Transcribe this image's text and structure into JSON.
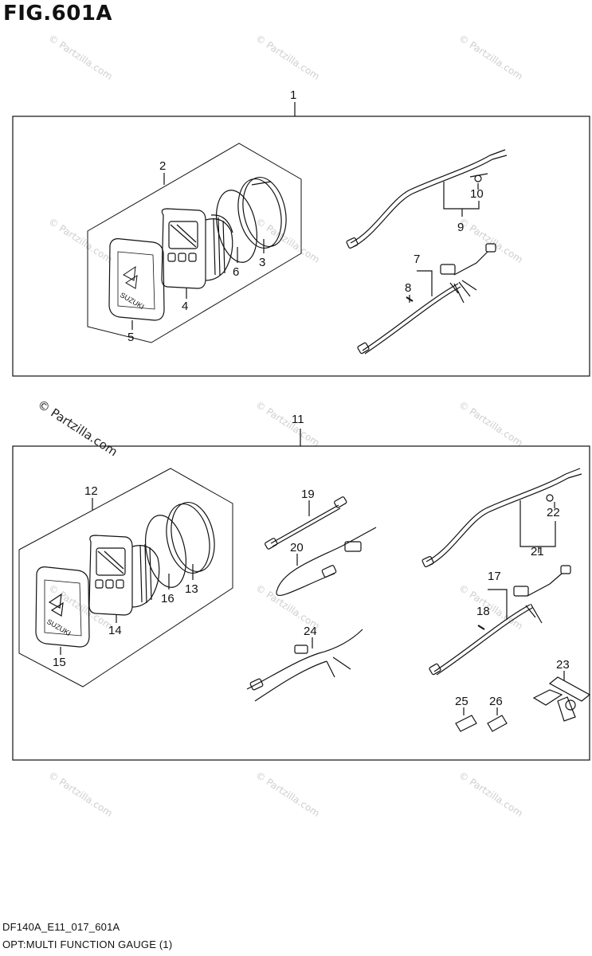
{
  "figure": {
    "title": "FIG.601A",
    "code": "DF140A_E11_017_601A",
    "description": "OPT:MULTI FUNCTION GAUGE (1)"
  },
  "watermark": {
    "text": "© Partzilla.com"
  },
  "callouts": {
    "c1": "1",
    "c2": "2",
    "c3": "3",
    "c4": "4",
    "c5": "5",
    "c6": "6",
    "c7": "7",
    "c8": "8",
    "c9": "9",
    "c10": "10",
    "c11": "11",
    "c12": "12",
    "c13": "13",
    "c14": "14",
    "c15": "15",
    "c16": "16",
    "c17": "17",
    "c18": "18",
    "c19": "19",
    "c20": "20",
    "c21": "21",
    "c22": "22",
    "c23": "23",
    "c24": "24",
    "c25": "25",
    "c26": "26"
  },
  "colors": {
    "line": "#111111",
    "watermark": "#cfcfcf"
  },
  "icons": {
    "gauge": "multi-function-gauge-icon",
    "harness": "wire-harness-icon",
    "connector": "connector-icon"
  }
}
